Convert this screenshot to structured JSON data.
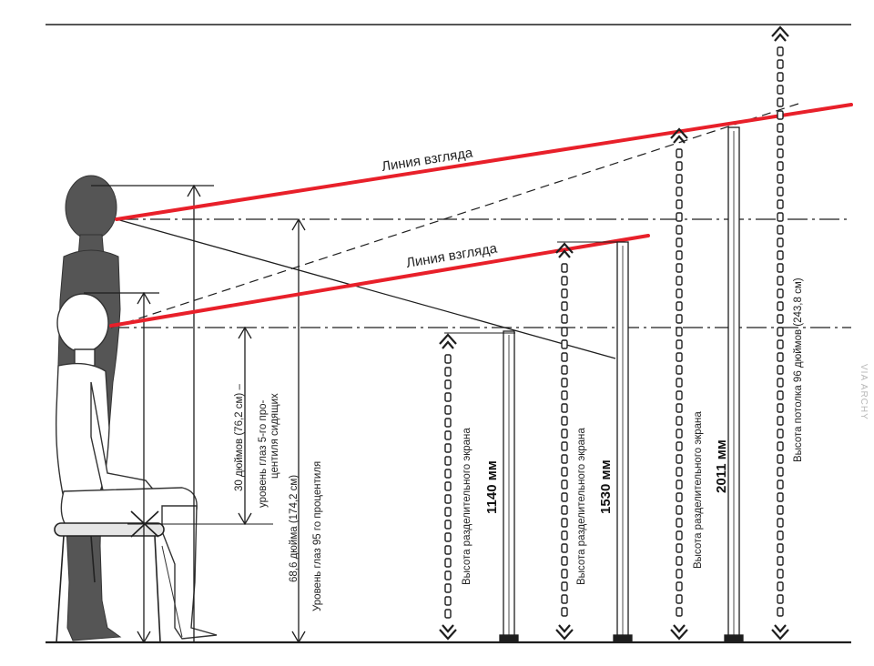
{
  "sightlines": {
    "upper": "Линия взгляда",
    "lower": "Линия взгляда"
  },
  "figure_dimensions": {
    "seated_line1": "30 дюймов (76,2 см) –",
    "seated_line2": "уровень глаз 5-го про-",
    "seated_line3": "центиля сидящих",
    "standing_line1": "68,6 дюйма (174,2 см)",
    "standing_line2": "Уровень глаз 95 го процентиля"
  },
  "screens": [
    {
      "caption": "Высота разделительного экрана",
      "value": "1140 мм"
    },
    {
      "caption": "Высота разделительного экрана",
      "value": "1530 мм"
    },
    {
      "caption": "Высота разделительного экрана",
      "value": "2011 мм"
    }
  ],
  "ceiling": {
    "caption": "Высота потолка 96 дюймов (243,8 см)"
  },
  "watermark": "VIA ARCHY",
  "colors": {
    "sightline": "#e8202a",
    "ink": "#1e1e1e",
    "figure": "#555555"
  }
}
